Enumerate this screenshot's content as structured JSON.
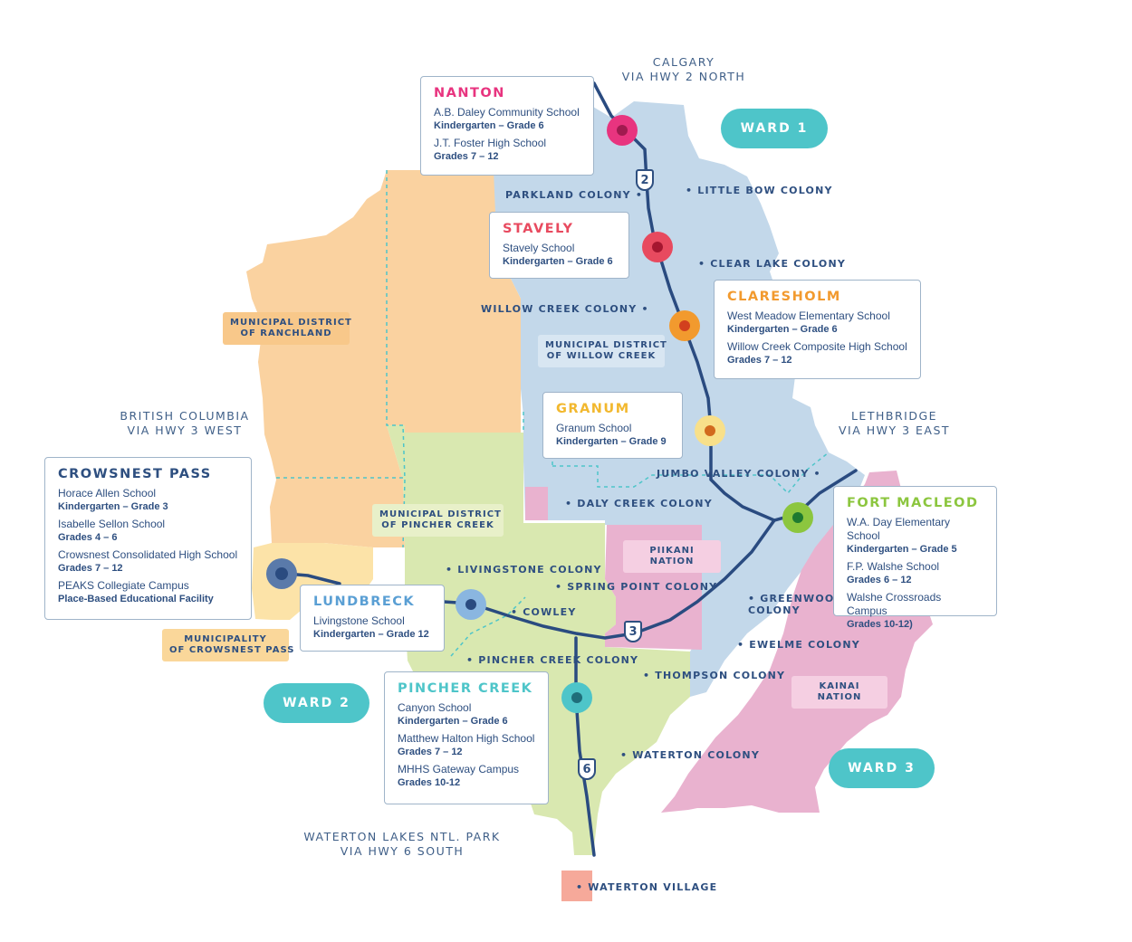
{
  "colors": {
    "ward1_region": "#c3d8ea",
    "ranchland": "#fad2a0",
    "pincher_district": "#d9e8b0",
    "first_nations": "#e9b2cf",
    "crowsnest_municipality": "#fce3a8",
    "waterton_village": "#f6a99a",
    "highway": "#2a4b80",
    "ward_badge": "#4ec5c9",
    "boundary_dash": "#4ec5c9"
  },
  "edges": {
    "north": "CALGARY\nVIA HWY 2 NORTH",
    "east": "LETHBRIDGE\nVIA HWY 3 EAST",
    "west": "BRITISH COLUMBIA\nVIA HWY 3 WEST",
    "south": "WATERTON LAKES NTL. PARK\nVIA HWY 6 SOUTH"
  },
  "wards": {
    "ward1": "WARD 1",
    "ward2": "WARD 2",
    "ward3": "WARD 3"
  },
  "districts": {
    "ranchland": "MUNICIPAL DISTRICT\nOF RANCHLAND",
    "willow_creek": "MUNICIPAL DISTRICT\nOF WILLOW CREEK",
    "pincher_creek": "MUNICIPAL DISTRICT\nOF PINCHER CREEK",
    "crowsnest": "MUNICIPALITY\nOF CROWSNEST PASS",
    "piikani": "PIIKANI NATION",
    "kainai": "KAINAI NATION"
  },
  "highways": {
    "hwy2": "2",
    "hwy3": "3",
    "hwy6": "6"
  },
  "colonies": {
    "parkland": "PARKLAND COLONY •",
    "little_bow": "• LITTLE BOW COLONY",
    "clear_lake": "• CLEAR LAKE COLONY",
    "willow_creek": "WILLOW CREEK COLONY •",
    "jumbo_valley": "JUMBO VALLEY COLONY •",
    "daly_creek": "• DALY CREEK COLONY",
    "livingstone": "• LIVINGSTONE COLONY",
    "spring_point": "• SPRING POINT COLONY",
    "cowley": "• COWLEY",
    "pincher_creek": "• PINCHER CREEK COLONY",
    "thompson": "• THOMPSON COLONY",
    "greenwood": "• GREENWOOD\nCOLONY",
    "ewelme": "• EWELME COLONY",
    "waterton": "• WATERTON COLONY",
    "waterton_village": "• WATERTON VILLAGE"
  },
  "towns": {
    "nanton": {
      "name": "NANTON",
      "color": "#e8347f",
      "schools": [
        {
          "school": "A.B. Daley Community School",
          "grades": "Kindergarten – Grade 6"
        },
        {
          "school": "J.T. Foster High School",
          "grades": "Grades 7 – 12"
        }
      ]
    },
    "stavely": {
      "name": "STAVELY",
      "color": "#e84a5f",
      "schools": [
        {
          "school": "Stavely School",
          "grades": "Kindergarten – Grade 6"
        }
      ]
    },
    "claresholm": {
      "name": "CLARESHOLM",
      "color": "#f29a2e",
      "schools": [
        {
          "school": "West Meadow Elementary School",
          "grades": "Kindergarten – Grade 6"
        },
        {
          "school": "Willow Creek Composite High School",
          "grades": "Grades 7 – 12"
        }
      ]
    },
    "granum": {
      "name": "GRANUM",
      "color": "#f2c84b",
      "schools": [
        {
          "school": "Granum School",
          "grades": "Kindergarten – Grade 9"
        }
      ]
    },
    "fort_macleod": {
      "name": "FORT MACLEOD",
      "color": "#8cc63f",
      "schools": [
        {
          "school": "W.A. Day Elementary School",
          "grades": "Kindergarten – Grade 5"
        },
        {
          "school": "F.P. Walshe School",
          "grades": "Grades 6 – 12"
        },
        {
          "school": "Walshe Crossroads Campus",
          "grades": "Grades 10-12)"
        }
      ]
    },
    "crowsnest": {
      "name": "CROWSNEST PASS",
      "color": "#2e4f80",
      "schools": [
        {
          "school": "Horace Allen School",
          "grades": "Kindergarten – Grade 3"
        },
        {
          "school": "Isabelle Sellon School",
          "grades": "Grades 4 – 6"
        },
        {
          "school": "Crowsnest Consolidated High School",
          "grades": "Grades 7 – 12"
        },
        {
          "school": "PEAKS Collegiate Campus",
          "grades": "Place-Based Educational Facility"
        }
      ]
    },
    "lundbreck": {
      "name": "LUNDBRECK",
      "color": "#5a9fd4",
      "schools": [
        {
          "school": "Livingstone School",
          "grades": "Kindergarten – Grade 12"
        }
      ]
    },
    "pincher_creek": {
      "name": "PINCHER CREEK",
      "color": "#4ec5c9",
      "schools": [
        {
          "school": "Canyon School",
          "grades": "Kindergarten – Grade 6"
        },
        {
          "school": "Matthew Halton High School",
          "grades": "Grades 7 – 12"
        },
        {
          "school": "MHHS Gateway Campus",
          "grades": "Grades 10-12"
        }
      ]
    }
  }
}
